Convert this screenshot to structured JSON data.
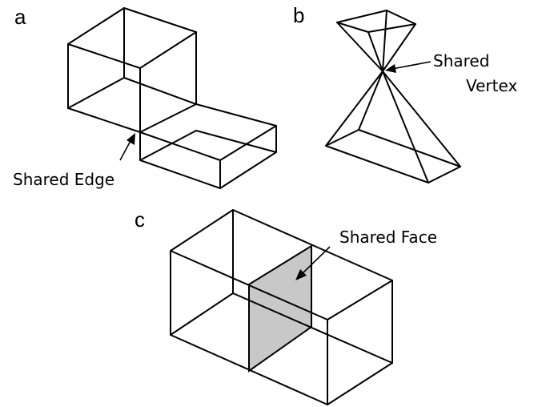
{
  "panels": {
    "a": {
      "letter": "a",
      "label": "Shared Edge"
    },
    "b": {
      "letter": "b",
      "label_line1": "Shared",
      "label_line2": "Vertex"
    },
    "c": {
      "letter": "c",
      "label": "Shared Face"
    }
  },
  "colors": {
    "line": "#000000",
    "shared_face_fill": "#c8c8c8",
    "background": "#ffffff"
  }
}
